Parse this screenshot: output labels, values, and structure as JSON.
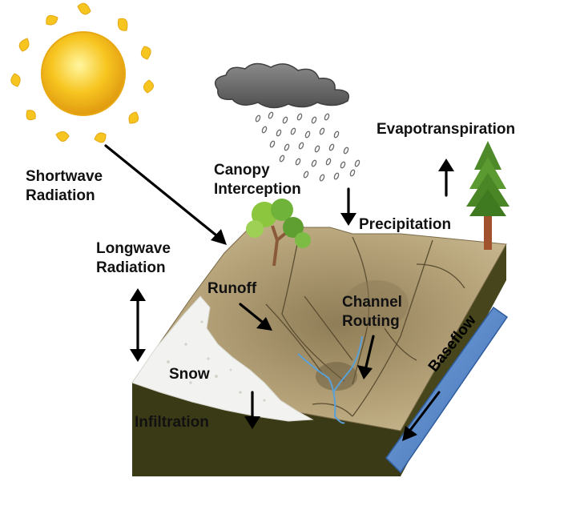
{
  "labels": {
    "shortwave": [
      "Shortwave",
      "Radiation"
    ],
    "longwave": [
      "Longwave",
      "Radiation"
    ],
    "canopy": [
      "Canopy",
      "Interception"
    ],
    "evapotranspiration": "Evapotranspiration",
    "precipitation": "Precipitation",
    "runoff": "Runoff",
    "channel": [
      "Channel",
      "Routing"
    ],
    "snow": "Snow",
    "infiltration": "Infiltration",
    "baseflow": "Baseflow"
  },
  "colors": {
    "sun": "#f7c520",
    "cloud": "#6e6e6e",
    "soil_dark": "#3b3a16",
    "terrain": "#b6a37a",
    "snow": "#f2f2f0",
    "baseflow": "#5b88c9",
    "stream": "#5aa0d8",
    "tree_green": "#5f9f32"
  },
  "icons": [
    "sun-icon",
    "cloud-icon",
    "rain-icon",
    "deciduous-tree-icon",
    "conifer-tree-icon"
  ]
}
